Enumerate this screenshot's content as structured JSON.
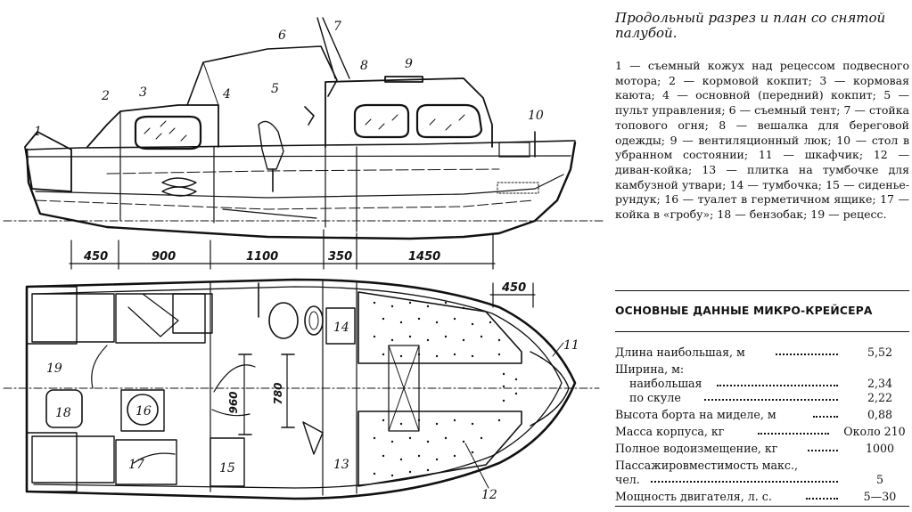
{
  "diagram": {
    "part_labels": [
      "1",
      "2",
      "3",
      "4",
      "5",
      "6",
      "7",
      "8",
      "9",
      "10",
      "11",
      "12",
      "13",
      "14",
      "15",
      "16",
      "17",
      "18",
      "19"
    ],
    "dimensions_horizontal": [
      "450",
      "900",
      "1100",
      "350",
      "1450",
      "450"
    ],
    "dimensions_vertical": [
      "960",
      "780"
    ]
  },
  "caption": {
    "title": "Продольный разрез и план со снятой палубой."
  },
  "legend": {
    "text": "1 — съемный кожух над рецессом подвесного мотора; 2 — кормовой кокпит; 3 — кормовая каюта; 4 — основной (передний) кокпит; 5 — пульт управления; 6 — съемный тент; 7 — стойка топового огня; 8 — вешалка для береговой одежды; 9 — вентиляционный люк; 10 — стол в убранном состоянии; 11 — шкафчик; 12 — диван-койка; 13 — плитка на тумбочке для камбузной утвари; 14 — тумбочка; 15 — сиденье-рундук; 16 — туалет в герметичном ящике; 17 — койка в «гробу»; 18 — бензобак; 19 — рецесс."
  },
  "specs": {
    "title": "ОСНОВНЫЕ ДАННЫЕ МИКРО-КРЕЙСЕРА",
    "rows": [
      {
        "name": "Длина наибольшая, м",
        "value": "5,52"
      },
      {
        "name": "Ширина, м:",
        "value": ""
      },
      {
        "name": "наибольшая",
        "value": "2,34"
      },
      {
        "name": "по скуле",
        "value": "2,22"
      },
      {
        "name": "Высота борта на миделе, м",
        "value": "0,88"
      },
      {
        "name": "Масса корпуса, кг",
        "value": "Около 210"
      },
      {
        "name": "Полное водоизмещение, кг",
        "value": "1000"
      },
      {
        "name": "Пассажировместимость макс.,",
        "value": ""
      },
      {
        "name": "чел.",
        "value": "5"
      },
      {
        "name": "Мощность двигателя, л. с.",
        "value": "5—30"
      }
    ]
  }
}
